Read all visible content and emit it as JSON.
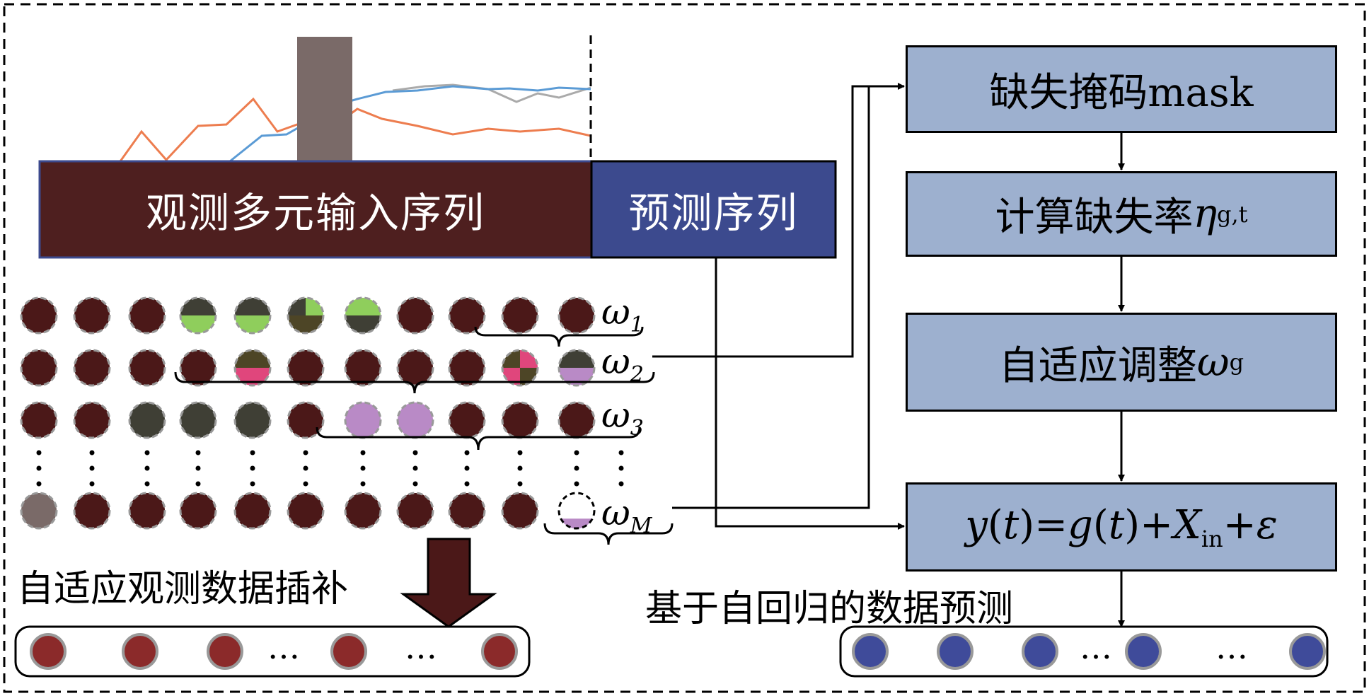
{
  "bars": {
    "observed": "观测多元输入序列",
    "predicted": "预测序列"
  },
  "flow": {
    "mask": "缺失掩码mask",
    "missing_rate_prefix": "计算缺失率",
    "missing_rate_symbol": "η",
    "missing_rate_sub": "g,t",
    "adjust_prefix": "自适应调整",
    "adjust_symbol": "ω",
    "adjust_sub": "g",
    "model": {
      "y": "y",
      "t1": "t",
      "eq": "=",
      "g": "g",
      "t2": "t",
      "x": "X",
      "x_sub": "in",
      "eps": "ε"
    }
  },
  "weights": [
    {
      "symbol": "ω",
      "sub": "1"
    },
    {
      "symbol": "ω",
      "sub": "2"
    },
    {
      "symbol": "ω",
      "sub": "3"
    },
    {
      "symbol": "ω",
      "sub": "M"
    }
  ],
  "captions": {
    "imputation": "自适应观测数据插补",
    "prediction": "基于自回归的数据预测"
  },
  "ellipsis": "…",
  "colors": {
    "observed_bar": "#4e1f1f",
    "predicted_bar": "#3c4a8e",
    "flow_box": "#9db0cf",
    "dot": "#4b1818",
    "imputed_dot": "#8b2a2a",
    "predicted_dot": "#3f4b9a",
    "green": "#8fce5c",
    "pink": "#e0467c",
    "purple": "#b98ac6",
    "dark": "#3f3f35",
    "olive": "#4d4526"
  }
}
